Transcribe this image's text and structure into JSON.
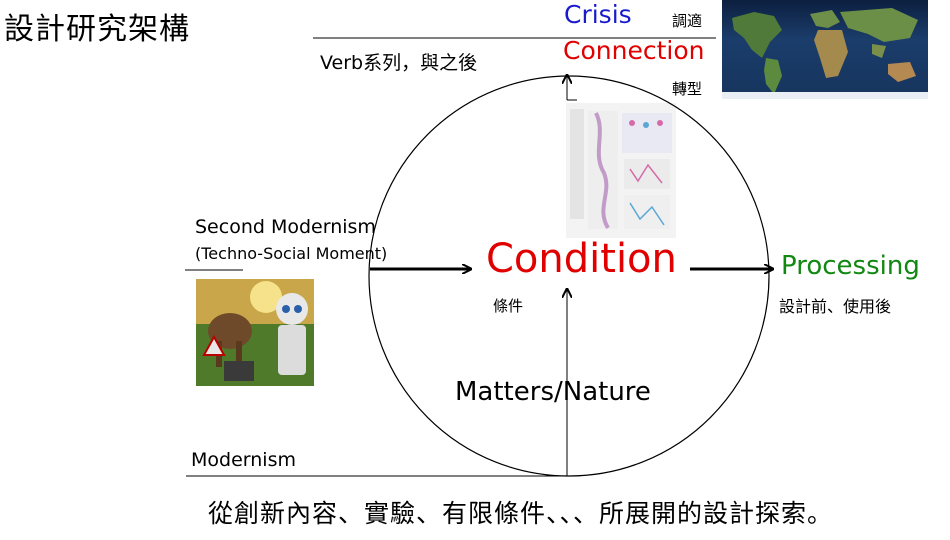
{
  "title": "設計研究架構",
  "top_right": {
    "crisis": "Crisis",
    "connection": "Connection",
    "tiaoshi": "調適",
    "zhuanxing": "轉型"
  },
  "verb_label": "Verb系列，與之後",
  "left_column": {
    "second_modernism": "Second Modernism",
    "techno_social": "(Techno-Social Moment)"
  },
  "center": {
    "condition": "Condition",
    "condition_zh": "條件",
    "matters_nature": "Matters/Nature"
  },
  "right": {
    "processing": "Processing",
    "processing_zh": "設計前、使用後"
  },
  "bottom": {
    "modernism": "Modernism",
    "footer": "從創新內容、實驗、有限條件、、、所展開的設計探索。"
  },
  "colors": {
    "crisis": "#1a1acc",
    "connection": "#e00000",
    "condition": "#e00000",
    "processing": "#118811",
    "lines": "#000000"
  }
}
